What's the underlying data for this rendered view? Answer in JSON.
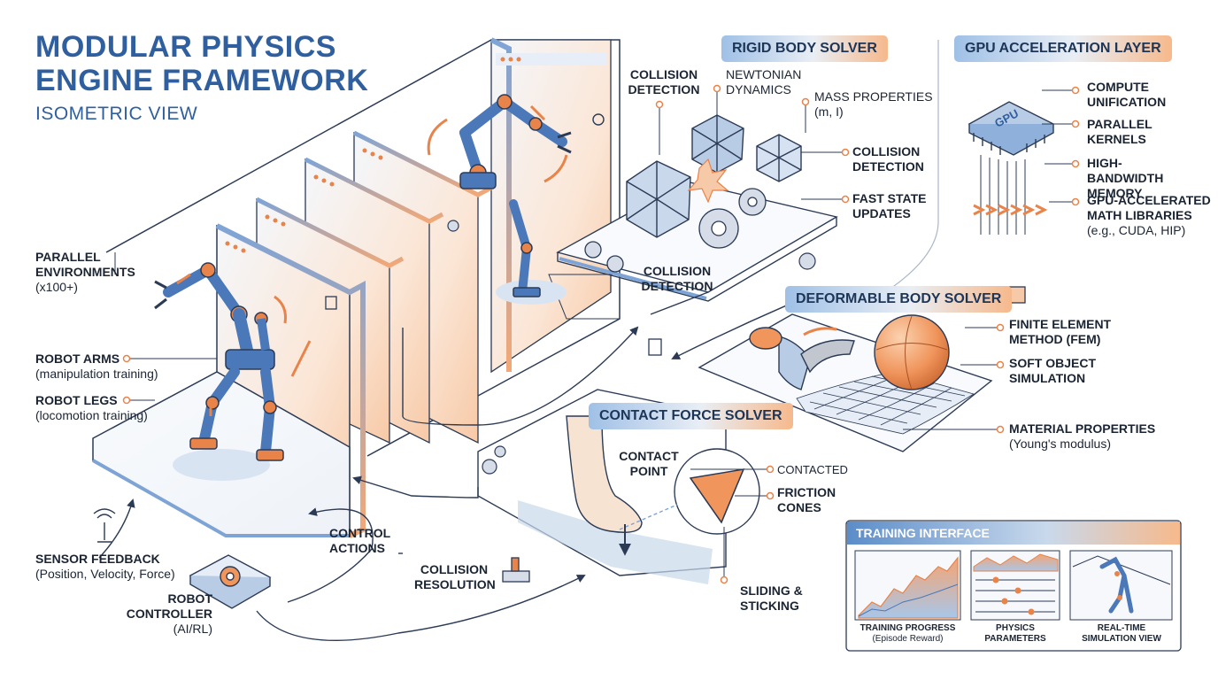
{
  "title_line1": "MODULAR PHYSICS",
  "title_line2": "ENGINE FRAMEWORK",
  "subtitle": "ISOMETRIC VIEW",
  "sections": {
    "rigid": "RIGID BODY SOLVER",
    "gpu": "GPU ACCELERATION LAYER",
    "deformable": "DEFORMABLE BODY SOLVER",
    "contact": "CONTACT FORCE SOLVER",
    "training": "TRAINING INTERFACE"
  },
  "left": {
    "parallel_bold": "PARALLEL ENVIRONMENTS",
    "parallel_note": "(x100+)",
    "arms_bold": "ROBOT ARMS",
    "arms_note": "(manipulation training)",
    "legs_bold": "ROBOT LEGS",
    "legs_note": "(locomotion training)",
    "sensor_bold": "SENSOR FEEDBACK",
    "sensor_note": "(Position, Velocity, Force)",
    "controller_bold": "ROBOT CONTROLLER",
    "controller_note": "(AI/RL)",
    "control_actions": "CONTROL ACTIONS"
  },
  "rigid": {
    "collision_detection_1": "COLLISION DETECTION",
    "newtonian": "NEWTONIAN DYNAMICS",
    "mass": "MASS PROPERTIES",
    "mass_note": "(m, I)",
    "collision_detection_2": "COLLISION DETECTION",
    "fast_state": "FAST STATE UPDATES",
    "collision_detection_3": "COLLISION DETECTION"
  },
  "gpu": {
    "chip": "GPU",
    "compute": "COMPUTE UNIFICATION",
    "parallel": "PARALLEL KERNELS",
    "memory": "HIGH-BANDWIDTH MEMORY",
    "math": "GPU-ACCELERATED MATH LIBRARIES",
    "math_note": "(e.g., CUDA, HIP)"
  },
  "deformable": {
    "fem": "FINITE ELEMENT METHOD (FEM)",
    "soft": "SOFT OBJECT SIMULATION",
    "material": "MATERIAL PROPERTIES",
    "material_note": "(Young's modulus)"
  },
  "contact": {
    "point": "CONTACT POINT",
    "contacted": "CONTACTED",
    "friction": "FRICTION CONES",
    "sliding": "SLIDING & STICKING",
    "resolution": "COLLISION RESOLUTION"
  },
  "training": {
    "progress_bold": "TRAINING PROGRESS",
    "progress_note": "(Episode Reward)",
    "params": "PHYSICS PARAMETERS",
    "realtime": "REAL-TIME SIMULATION VIEW"
  },
  "colors": {
    "blue": "#4a78b8",
    "dark_blue": "#2f5f9e",
    "orange": "#e8834a",
    "line": "#2b3a55"
  }
}
